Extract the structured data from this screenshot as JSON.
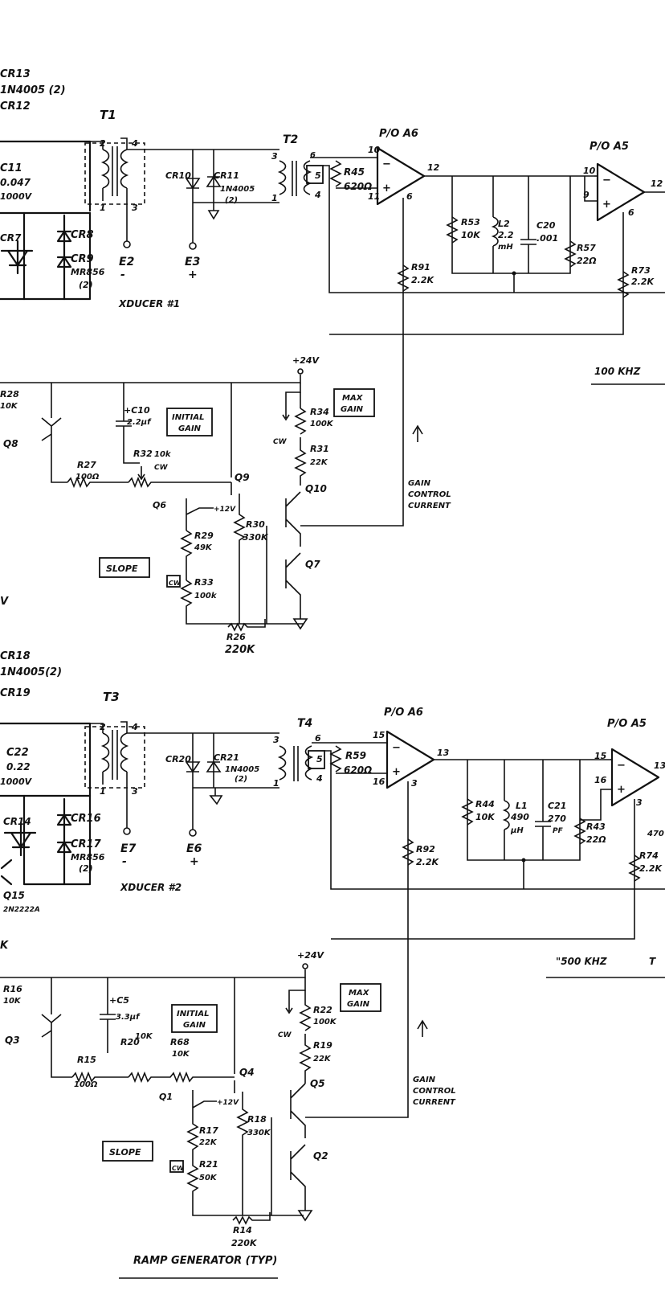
{
  "top_left": {
    "cr13": "CR13",
    "in4005": "1N4005 (2)",
    "cr12": "CR12"
  },
  "channel1": {
    "t1": "T1",
    "t2": "T2",
    "c11": [
      "C11",
      "0.047",
      "1000V"
    ],
    "cr8": "CR8",
    "cr9": "CR9",
    "mr856": "MR856",
    "mr856_qty": "(2)",
    "cr7": "CR7",
    "pins_t1": [
      "2",
      "1",
      "4",
      "3"
    ],
    "cr10": "CR10",
    "cr11": "CR11",
    "cr11_part": "1N4005",
    "cr11_qty": "(2)",
    "e2": "E2",
    "e2_sign": "-",
    "e3": "E3",
    "e3_sign": "+",
    "xducer": "XDUCER #1",
    "t2_pins": [
      "3",
      "1",
      "6",
      "5",
      "4"
    ],
    "r45": "R45",
    "r45_val": "620Ω",
    "amp1_label": "P/O A6",
    "amp1_pins": [
      "10",
      "11",
      "12",
      "6"
    ],
    "r53": "R53",
    "r53_val": "10K",
    "l2": "L2",
    "l2_val": "2.2",
    "l2_unit": "mH",
    "c20": "C20",
    "c20_val": ".001",
    "r57": "R57",
    "r57_val": "22Ω",
    "amp2_label": "P/O A5",
    "amp2_pins": [
      "10",
      "9",
      "12",
      "6"
    ],
    "r73": "R73",
    "r73_val": "2.2K",
    "r91": "R91",
    "r91_val": "2.2K",
    "freq": "100 KHZ"
  },
  "ramp1": {
    "v24": "+24V",
    "r28": "R28",
    "r28_val": "10K",
    "q8": "Q8",
    "c10": "+C10",
    "c10_val": "2.2µf",
    "initial_gain": [
      "INITIAL",
      "GAIN"
    ],
    "r32": "R32",
    "r32_val": "10k",
    "cw": "CW",
    "r27": "R27",
    "r27_val": "100Ω",
    "q9": "Q9",
    "q6": "Q6",
    "v12": "+12V",
    "r34": "R34",
    "r34_val": "100K",
    "max_gain": [
      "MAX",
      "GAIN"
    ],
    "r31": "R31",
    "r31_val": "22K",
    "q10": "Q10",
    "r29": "R29",
    "r29_val": "49K",
    "r30": "R30",
    "r30_val": "330K",
    "slope": "SLOPE",
    "r33": "R33",
    "r33_val": "100k",
    "q7": "Q7",
    "gain_control": [
      "GAIN",
      "CONTROL",
      "CURRENT"
    ],
    "r26": "R26",
    "r26_val": "220K",
    "v_frag": "V"
  },
  "mid_left": {
    "cr18": "CR18",
    "in4005": "1N4005(2)",
    "cr19": "CR19"
  },
  "channel2": {
    "t3": "T3",
    "t4": "T4",
    "c22": [
      "C22",
      "0.22",
      "1000V"
    ],
    "cr16": "CR16",
    "cr17": "CR17",
    "mr856": "MR856",
    "mr856_qty": "(2)",
    "cr14": "CR14",
    "q15": "Q15",
    "q15_part": "2N2222A",
    "pins_t3": [
      "2",
      "1",
      "4",
      "3"
    ],
    "cr20": "CR20",
    "cr21": "CR21",
    "cr21_part": "1N4005",
    "cr21_qty": "(2)",
    "f7": "E7",
    "f7_sign": "-",
    "e6": "E6",
    "e6_sign": "+",
    "xducer": "XDUCER #2",
    "t4_pins": [
      "3",
      "1",
      "6",
      "5",
      "4"
    ],
    "r59": "R59",
    "r59_val": "620Ω",
    "amp1_label": "P/O A6",
    "amp1_pins": [
      "15",
      "16",
      "13",
      "3"
    ],
    "r44": "R44",
    "r44_val": "10K",
    "l1": "L1",
    "l1_val": "490",
    "l1_unit": "µH",
    "c21": "C21",
    "c21_val": "270",
    "c21_unit": "PF",
    "r43": "R43",
    "r43_val": "22Ω",
    "amp2_label": "P/O A5",
    "amp2_pins": [
      "15",
      "16",
      "13",
      "3"
    ],
    "r74": "R74",
    "r74_val": "2.2K",
    "r92": "R92",
    "r92_val": "2.2K",
    "frag_470": "470",
    "freq": "\"500 KHZ",
    "freq_frag": "T"
  },
  "ramp2": {
    "k_frag": "K",
    "v24": "+24V",
    "r16": "R16",
    "r16_val": "10K",
    "q3": "Q3",
    "c5": "+C5",
    "c5_val": "3.3µf",
    "initial_gain": [
      "INITIAL",
      "GAIN"
    ],
    "r20": "R20",
    "r20_val": "10K",
    "r68": "R68",
    "r68_val": "10K",
    "r15": "R15",
    "r15_val": "100Ω",
    "q4": "Q4",
    "q1": "Q1",
    "v12": "+12V",
    "r22": "R22",
    "r22_val": "100K",
    "max_gain": [
      "MAX",
      "GAIN"
    ],
    "r19": "R19",
    "r19_val": "22K",
    "q5": "Q5",
    "r17": "R17",
    "r17_val": "22K",
    "r18": "R18",
    "r18_val": "330K",
    "slope": "SLOPE",
    "r21": "R21",
    "r21_val": "50K",
    "q2": "Q2",
    "cw": "CW",
    "gain_control": [
      "GAIN",
      "CONTROL",
      "CURRENT"
    ],
    "r14": "R14",
    "r14_val": "220K",
    "caption": "RAMP GENERATOR (TYP)"
  }
}
